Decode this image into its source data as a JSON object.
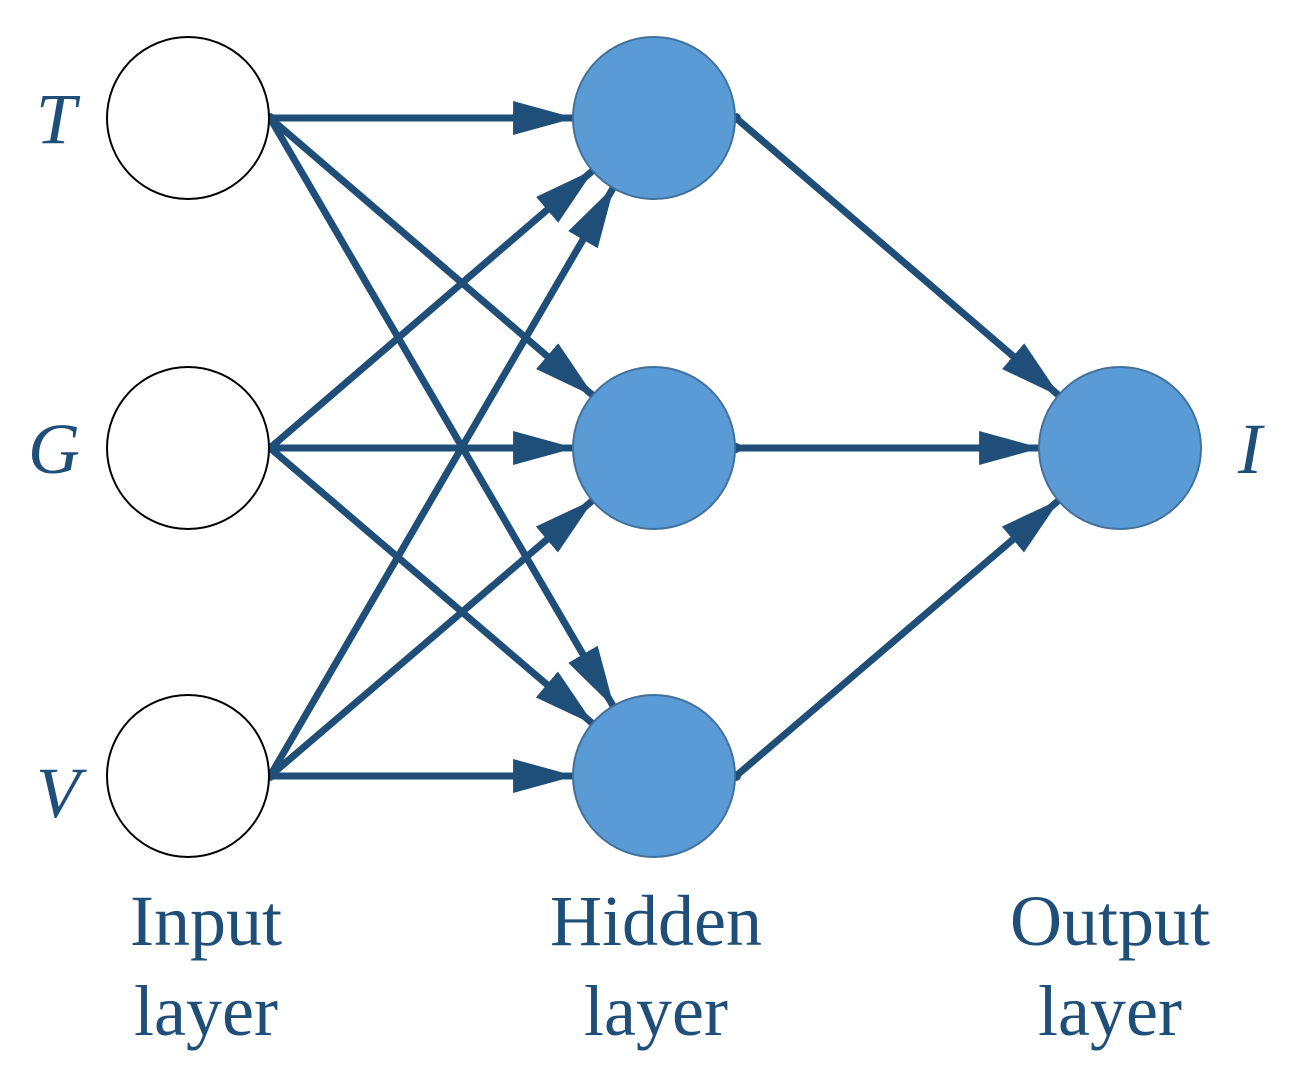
{
  "colors": {
    "edge": "#1f4e79",
    "hidden_fill": "#5b9bd5",
    "hidden_stroke": "#41719c",
    "input_fill": "#ffffff",
    "input_stroke": "#000000",
    "text": "#1f4e79"
  },
  "inputs": [
    {
      "label": "T"
    },
    {
      "label": "G"
    },
    {
      "label": "V"
    }
  ],
  "output": {
    "label": "I"
  },
  "layers": {
    "input": {
      "line1": "Input",
      "line2": "layer"
    },
    "hidden": {
      "line1": "Hidden",
      "line2": "layer"
    },
    "output": {
      "line1": "Output",
      "line2": "layer"
    }
  }
}
